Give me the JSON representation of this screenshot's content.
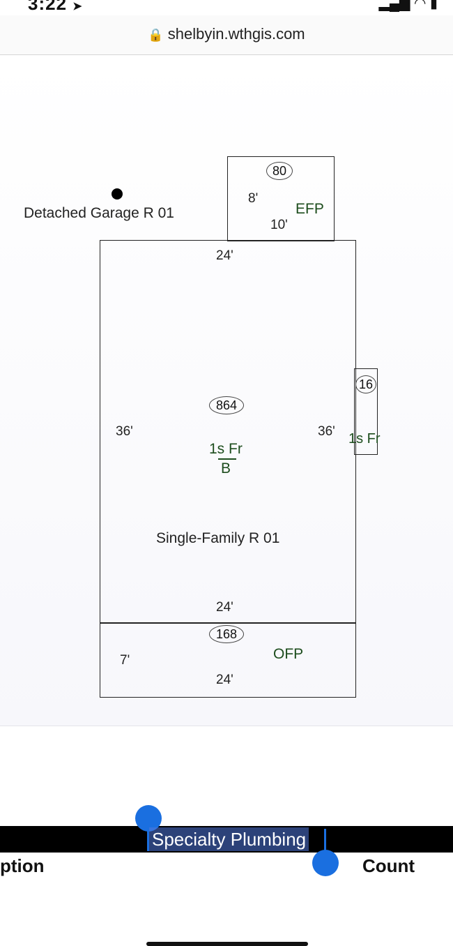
{
  "status_bar": {
    "time": "3:22",
    "location_arrow": "➤",
    "icons": "signal-wifi-battery"
  },
  "browser": {
    "url": "shelbyin.wthgis.com",
    "lock_icon": "lock-icon"
  },
  "sketch": {
    "garage_label": "Detached Garage R 01",
    "efp": {
      "area": "80",
      "dim_side": "8'",
      "dim_bottom": "10'",
      "code": "EFP"
    },
    "main": {
      "area": "864",
      "dim_top": "24'",
      "dim_left": "36'",
      "dim_right": "36'",
      "dim_bottom": "24'",
      "code_top": "1s Fr",
      "code_bottom": "B",
      "name": "Single-Family R 01"
    },
    "side": {
      "area": "16",
      "code": "1s Fr"
    },
    "ofp": {
      "area": "168",
      "dim_side": "7'",
      "dim_bottom": "24'",
      "code": "OFP"
    }
  },
  "table": {
    "heading": "Specialty Plumbing",
    "col_left": "ption",
    "col_right": "Count"
  },
  "colors": {
    "selection_handle": "#1a6fe0",
    "heading_bar": "#000000",
    "label_green": "#1d4d1d"
  }
}
